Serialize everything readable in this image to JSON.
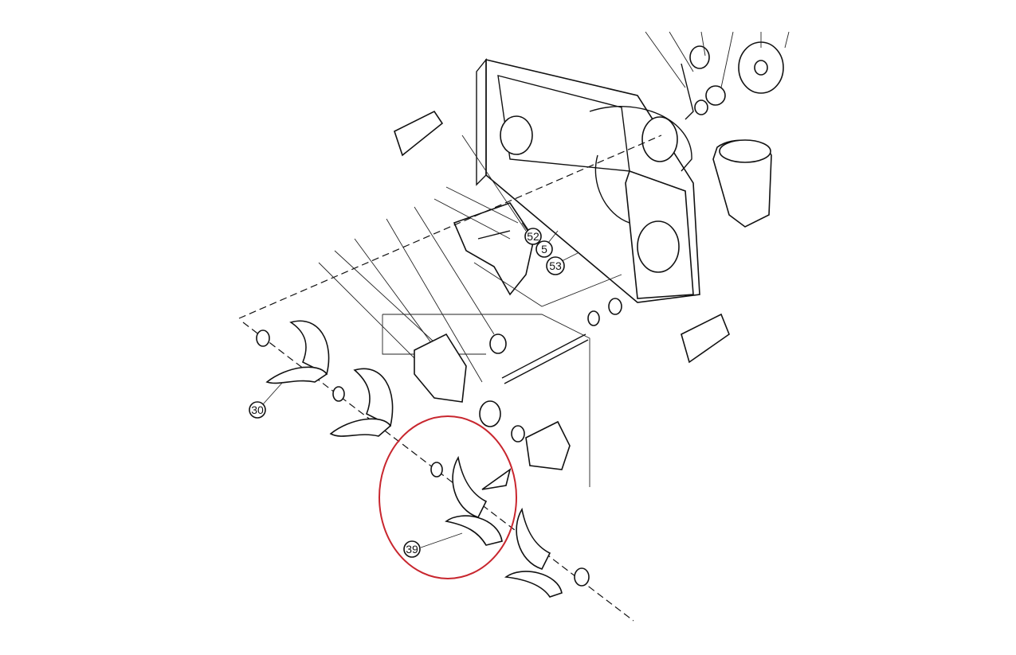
{
  "diagram": {
    "type": "exploded-parts-diagram",
    "callouts": [
      {
        "id": "callout-52",
        "text": "52"
      },
      {
        "id": "callout-5",
        "text": "5"
      },
      {
        "id": "callout-53",
        "text": "53"
      },
      {
        "id": "callout-30",
        "text": "30"
      },
      {
        "id": "callout-39",
        "text": "39"
      }
    ],
    "highlight_color": "#c8262e"
  }
}
